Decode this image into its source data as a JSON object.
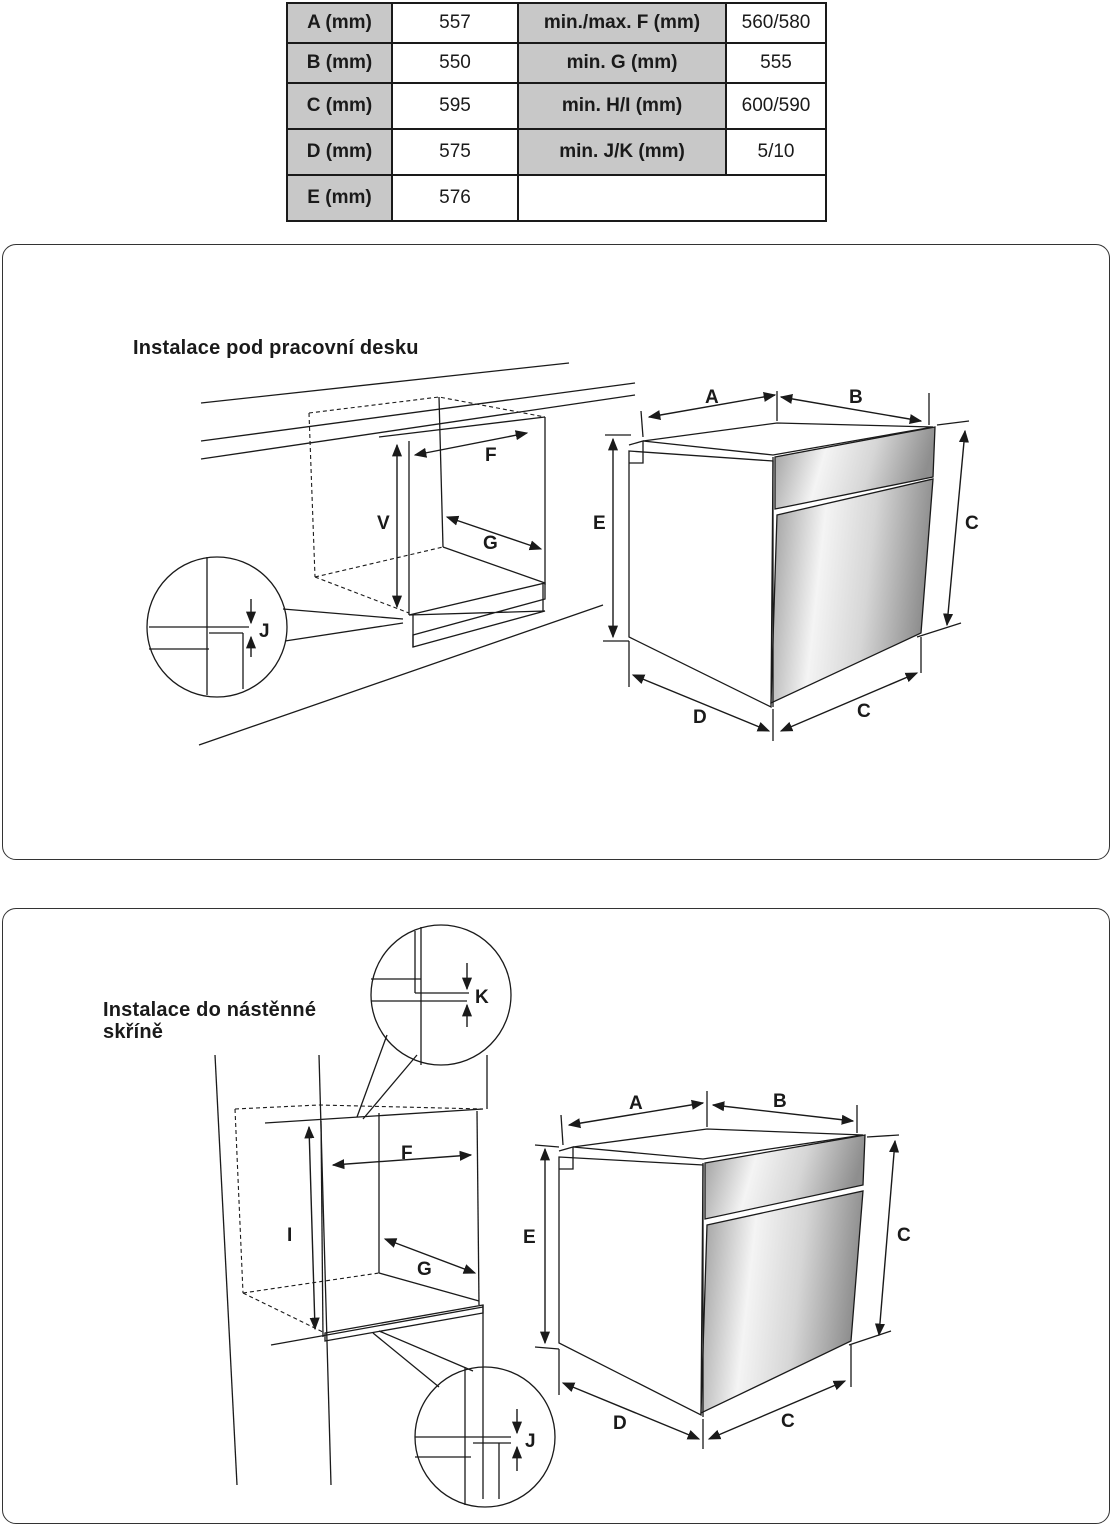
{
  "table": {
    "rows": [
      [
        "A (mm)",
        "557",
        "min./max. F (mm)",
        "560/580"
      ],
      [
        "B (mm)",
        "550",
        "min. G (mm)",
        "555"
      ],
      [
        "C (mm)",
        "595",
        "min. H/I (mm)",
        "600/590"
      ],
      [
        "D (mm)",
        "575",
        "min. J/K (mm)",
        "5/10"
      ],
      [
        "E (mm)",
        "576",
        "",
        ""
      ]
    ]
  },
  "panels": [
    {
      "title": "Instalace pod pracovní desku",
      "labels": {
        "A": "A",
        "B": "B",
        "C": "C",
        "D": "D",
        "E": "E",
        "F": "F",
        "G": "G",
        "V": "V",
        "J": "J"
      }
    },
    {
      "title": "Instalace do nástěnné skříně",
      "labels": {
        "A": "A",
        "B": "B",
        "C": "C",
        "D": "D",
        "E": "E",
        "F": "F",
        "G": "G",
        "I": "I",
        "J": "J",
        "K": "K"
      }
    }
  ],
  "colors": {
    "header_fill": "#c8c8c8",
    "line": "#1a1a1a",
    "steel_light": "#f4f4f4",
    "steel_dark": "#9a9a9a"
  }
}
